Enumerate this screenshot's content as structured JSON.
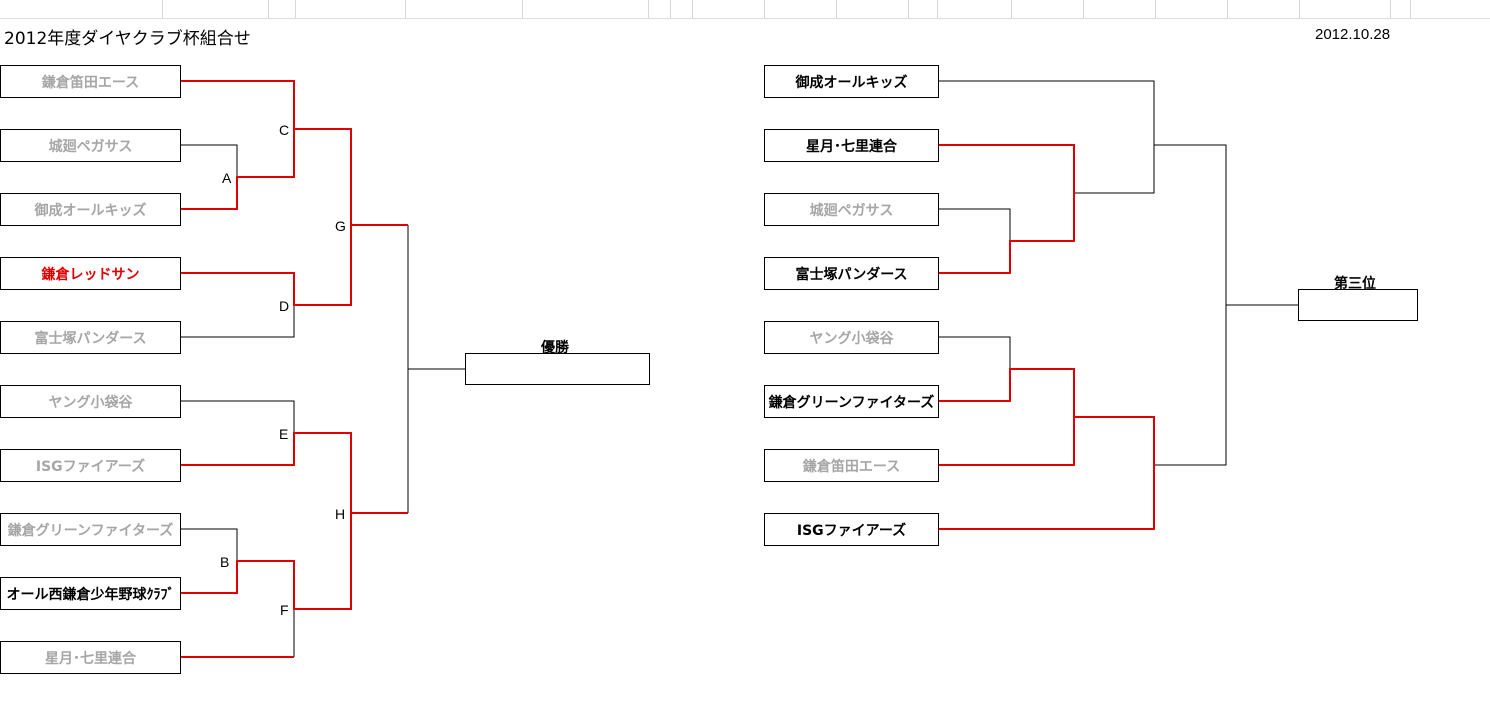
{
  "title": "2012年度ダイヤクラブ杯組合せ",
  "date": "2012.10.28",
  "left": {
    "teams": [
      "鎌倉笛田エース",
      "城廻ペガサス",
      "御成オールキッズ",
      "鎌倉レッドサン",
      "富士塚パンダース",
      "ヤング小袋谷",
      "ISGファイアーズ",
      "鎌倉グリーンファイターズ",
      "オール西鎌倉少年野球ｸﾗﾌﾞ",
      "星月･七里連合"
    ],
    "team_colors": [
      "gray",
      "gray",
      "gray",
      "red",
      "gray",
      "gray",
      "gray",
      "gray",
      "blk",
      "gray"
    ],
    "match_labels": {
      "A": "A",
      "B": "B",
      "C": "C",
      "D": "D",
      "E": "E",
      "F": "F",
      "G": "G",
      "H": "H"
    },
    "final_label": "優勝"
  },
  "right": {
    "teams": [
      "御成オールキッズ",
      "星月･七里連合",
      "城廻ペガサス",
      "富士塚パンダース",
      "ヤング小袋谷",
      "鎌倉グリーンファイターズ",
      "鎌倉笛田エース",
      "ISGファイアーズ"
    ],
    "team_colors": [
      "blk",
      "blk",
      "gray",
      "blk",
      "gray",
      "blk",
      "gray",
      "blk"
    ],
    "third_label": "第三位"
  },
  "colors": {
    "win_line": "#e00000",
    "line": "#000000",
    "loser_text": "#a6a6a6"
  }
}
